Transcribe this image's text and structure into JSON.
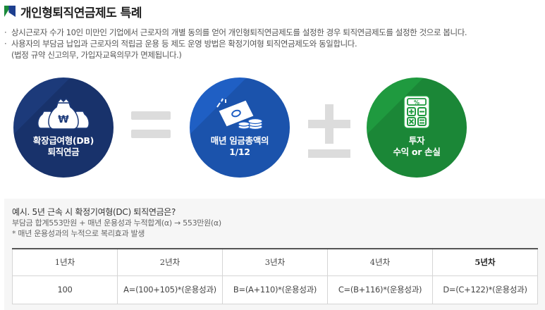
{
  "header": {
    "title": "개인형퇴직연금제도 특례"
  },
  "bullets": [
    {
      "mark": "·",
      "text": "상시근로자 수가 10인 미만인 기업에서 근로자의 개별 동의를 얻어 개인형퇴직연금제도를 설정한 경우 퇴직연금제도를 설정한 것으로 봅니다."
    },
    {
      "mark": "·",
      "text": "사용자의 부담금 납입과 근로자의 적립금 운용 등 제도 운영 방법은 확정기여형 퇴직연금제도와 동일합니다."
    },
    {
      "mark": "",
      "text": "(법정 규약 신고의무, 가입자교육의무가 면제됩니다.)"
    }
  ],
  "formula": {
    "circle1": {
      "line1": "확장급여형(DB)",
      "line2": "퇴직연금",
      "icon": "money-bag-icon",
      "color": "#1c3a7a"
    },
    "circle2": {
      "line1": "매년 임금총액의",
      "line2": "1/12",
      "icon": "banknote-coins-icon",
      "color": "#1f5fc4"
    },
    "circle3": {
      "line1": "투자",
      "line2": "수익 or 손실",
      "icon": "calculator-icon",
      "color": "#1f9a3f"
    }
  },
  "example": {
    "title": "예시. 5년 근속 시 확정기여형(DC) 퇴직연금은?",
    "line1": "부담금 합계553만원 + 매년 운용성과 누적합계(α) → 553만원(α)",
    "line2": "* 매년 운용성과의 누적으로 복리효과 발생",
    "headers": [
      "1년차",
      "2년차",
      "3년차",
      "4년차",
      "5년차"
    ],
    "row": [
      "100",
      "A=(100+105)*(운용성과)",
      "B=(A+110)*(운용성과)",
      "C=(B+116)*(운용성과)",
      "D=(C+122)*(운용성과)"
    ]
  }
}
